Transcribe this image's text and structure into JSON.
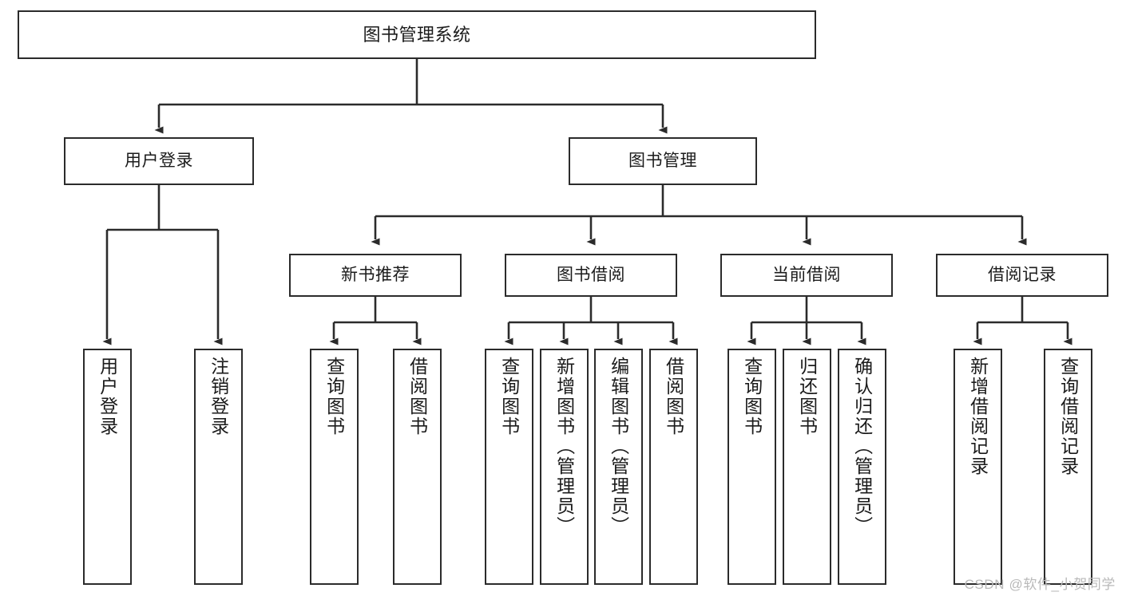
{
  "diagram": {
    "title": "图书管理系统",
    "type": "tree",
    "watermark": "CSDN @软件_小贺同学",
    "colors": {
      "stroke": "#2b2b2b",
      "fill": "#ffffff",
      "text": "#1b1b1b",
      "watermark": "#b9b9b9"
    },
    "levels": {
      "root": "图书管理系统",
      "level2": [
        "用户登录",
        "图书管理"
      ],
      "level3": [
        "新书推荐",
        "图书借阅",
        "当前借阅",
        "借阅记录"
      ]
    },
    "nodes": {
      "root": {
        "label": "图书管理系统"
      },
      "user_login": {
        "label": "用户登录"
      },
      "book_manage": {
        "label": "图书管理"
      },
      "new_book_rec": {
        "label": "新书推荐"
      },
      "book_borrow": {
        "label": "图书借阅"
      },
      "current_borrow": {
        "label": "当前借阅"
      },
      "borrow_record": {
        "label": "借阅记录"
      },
      "leaf_user_login": {
        "label": "用户登录"
      },
      "leaf_logout": {
        "label": "注销登录"
      },
      "leaf_query_book_1": {
        "label": "查询图书"
      },
      "leaf_borrow_book_1": {
        "label": "借阅图书"
      },
      "leaf_query_book_2": {
        "label": "查询图书"
      },
      "leaf_add_book_admin": {
        "label": "新增图书（管理员）"
      },
      "leaf_edit_book_admin": {
        "label": "编辑图书（管理员）"
      },
      "leaf_borrow_book_2": {
        "label": "借阅图书"
      },
      "leaf_query_book_3": {
        "label": "查询图书"
      },
      "leaf_return_book": {
        "label": "归还图书"
      },
      "leaf_confirm_return_admin": {
        "label": "确认归还（管理员）"
      },
      "leaf_add_record": {
        "label": "新增借阅记录"
      },
      "leaf_query_record": {
        "label": "查询借阅记录"
      }
    },
    "edges": [
      {
        "from": "root",
        "to": "user_login"
      },
      {
        "from": "root",
        "to": "book_manage"
      },
      {
        "from": "user_login",
        "to": "leaf_user_login"
      },
      {
        "from": "user_login",
        "to": "leaf_logout"
      },
      {
        "from": "book_manage",
        "to": "new_book_rec"
      },
      {
        "from": "book_manage",
        "to": "book_borrow"
      },
      {
        "from": "book_manage",
        "to": "current_borrow"
      },
      {
        "from": "book_manage",
        "to": "borrow_record"
      },
      {
        "from": "new_book_rec",
        "to": "leaf_query_book_1"
      },
      {
        "from": "new_book_rec",
        "to": "leaf_borrow_book_1"
      },
      {
        "from": "book_borrow",
        "to": "leaf_query_book_2"
      },
      {
        "from": "book_borrow",
        "to": "leaf_add_book_admin"
      },
      {
        "from": "book_borrow",
        "to": "leaf_edit_book_admin"
      },
      {
        "from": "book_borrow",
        "to": "leaf_borrow_book_2"
      },
      {
        "from": "current_borrow",
        "to": "leaf_query_book_3"
      },
      {
        "from": "current_borrow",
        "to": "leaf_return_book"
      },
      {
        "from": "current_borrow",
        "to": "leaf_confirm_return_admin"
      },
      {
        "from": "borrow_record",
        "to": "leaf_add_record"
      },
      {
        "from": "borrow_record",
        "to": "leaf_query_record"
      }
    ]
  }
}
